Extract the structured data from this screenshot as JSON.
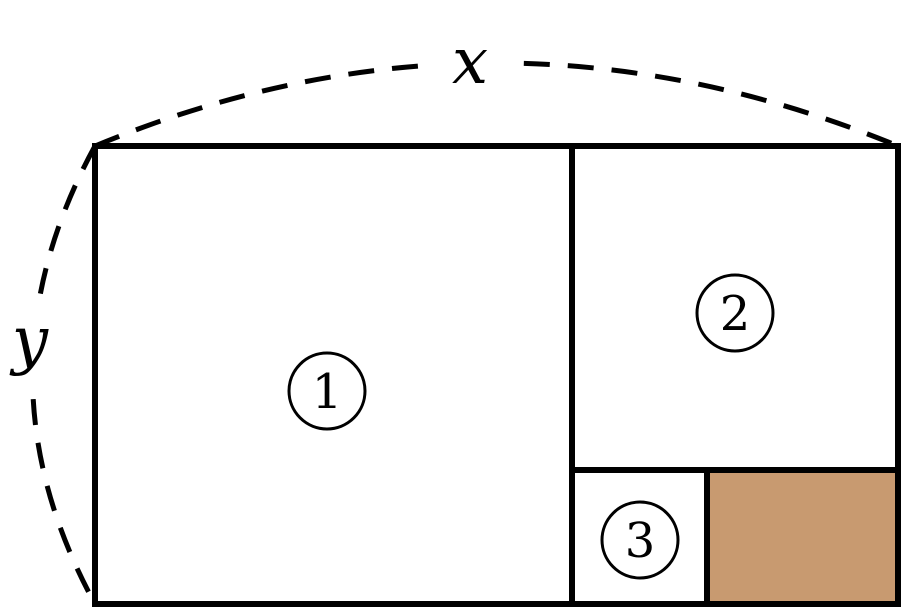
{
  "labels": {
    "width_var": "x",
    "height_var": "y",
    "region_1": "1",
    "region_2": "2",
    "region_3": "3"
  },
  "colors": {
    "stroke": "#000000",
    "shaded_square": "#C89A70",
    "background": "#ffffff"
  }
}
